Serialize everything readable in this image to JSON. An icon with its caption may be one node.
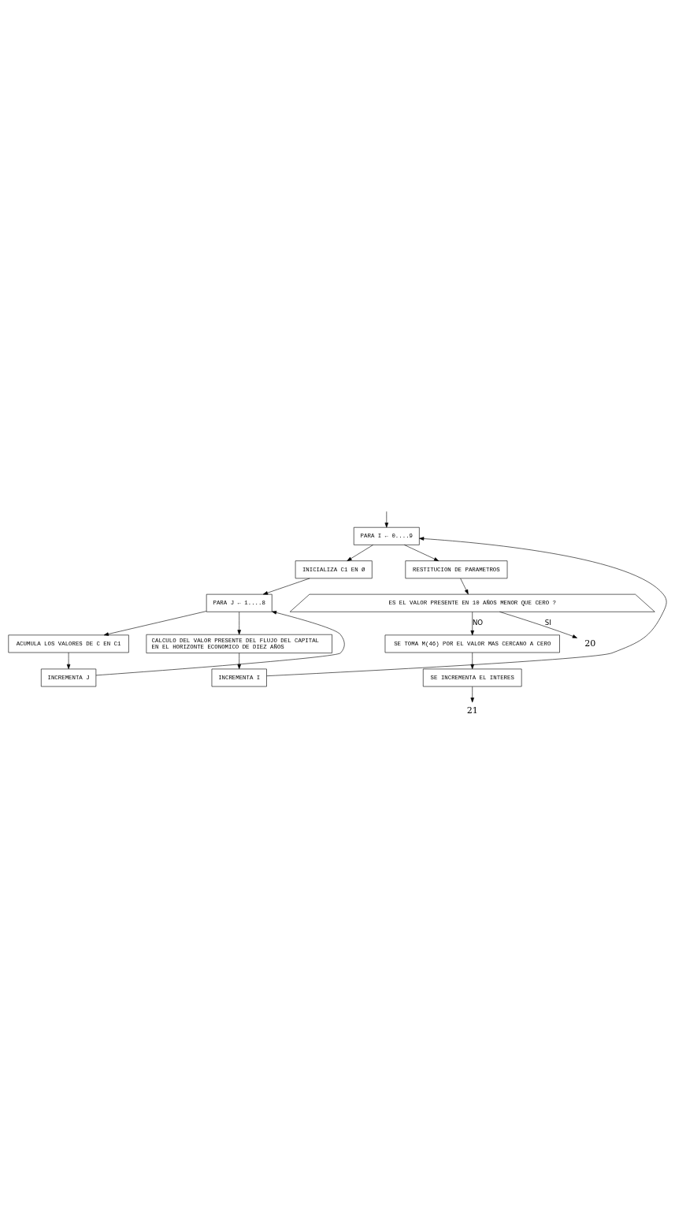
{
  "diagram": {
    "nodes": [
      {
        "text": [
          "PARA I ← 0....9"
        ]
      },
      {
        "text": [
          "INICIALIZA C1 EN Ø"
        ]
      },
      {
        "text": [
          "PARA J ← 1....8"
        ]
      },
      {
        "text": [
          "ACUMULA LOS VALORES DE C EN C1"
        ]
      },
      {
        "text": [
          "INCREMENTA J"
        ]
      },
      {
        "text": [
          "CALCULO DEL VALOR PRESENTE DEL FLUJO DEL CAPITAL EN EL HORIZONTE ECONOMICO DE DIEZ AÑOS"
        ]
      },
      {
        "text": [
          "INCREMENTA I"
        ]
      },
      {
        "text": [
          "RESTITUCION DE PARAMETROS"
        ]
      },
      {
        "text": [
          "ES EL VALOR PRESENTE EN 10 AÑOS MENOR QUE CERO ?"
        ]
      },
      {
        "text": [
          "SE TOMA M(46) POR EL VALOR MAS CERCANO A CERO"
        ]
      },
      {
        "text": [
          "SE INCREMENTA EL INTERES"
        ]
      },
      {
        "text": [
          "20"
        ]
      },
      {
        "text": [
          "21"
        ]
      }
    ],
    "edges": [
      {
        "from": null,
        "to": 0,
        "arrow": "to"
      },
      {
        "from": 0,
        "to": 1,
        "arrow": "to"
      },
      {
        "from": 1,
        "to": 2,
        "arrow": "to"
      },
      {
        "from": 2,
        "to": 3,
        "arrow": "to"
      },
      {
        "from": 3,
        "to": 4,
        "arrow": "to"
      },
      {
        "from": 4,
        "to": 2,
        "arrow": "to"
      },
      {
        "from": 2,
        "to": 5,
        "arrow": "to"
      },
      {
        "from": 5,
        "to": 6,
        "arrow": "to"
      },
      {
        "from": 6,
        "to": 0,
        "arrow": "to"
      },
      {
        "from": 0,
        "to": 7,
        "arrow": "to"
      },
      {
        "from": 7,
        "to": 8,
        "arrow": "to"
      },
      {
        "from": 8,
        "to": 9,
        "arrow": "to",
        "label": "NO"
      },
      {
        "from": 8,
        "to": 11,
        "arrow": "to",
        "label": "SI"
      },
      {
        "from": 9,
        "to": 10,
        "arrow": "to"
      },
      {
        "from": 10,
        "to": 12,
        "arrow": "to"
      }
    ]
  }
}
